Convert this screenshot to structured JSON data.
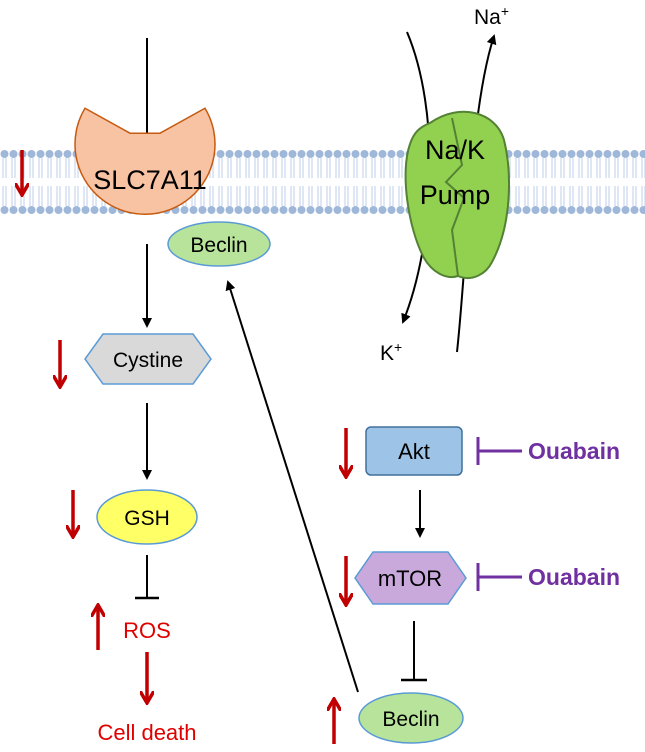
{
  "labels": {
    "na": "Na",
    "na_sup": "+",
    "k": "K",
    "k_sup": "+",
    "slc7a11": "SLC7A11",
    "pump_line1": "Na/K",
    "pump_line2": "Pump",
    "beclin_membrane": "Beclin",
    "cystine": "Cystine",
    "gsh": "GSH",
    "ros": "ROS",
    "cell_death": "Cell death",
    "akt": "Akt",
    "mtor": "mTOR",
    "ouabain_akt": "Ouabain",
    "ouabain_mtor": "Ouabain",
    "beclin_bottom": "Beclin"
  },
  "colors": {
    "down_arrow": "#c00000",
    "up_arrow": "#c00000",
    "inhibitor": "#7030a0",
    "slc7a11_fill": "#f8c3a3",
    "pump_fill": "#92d050",
    "beclin_fill": "#b7e39a",
    "cystine_fill": "#d9d9d9",
    "gsh_fill": "#ffff66",
    "akt_fill": "#9dc3e6",
    "mtor_fill": "#c9a8dc",
    "membrane": "#b4c7e7"
  }
}
